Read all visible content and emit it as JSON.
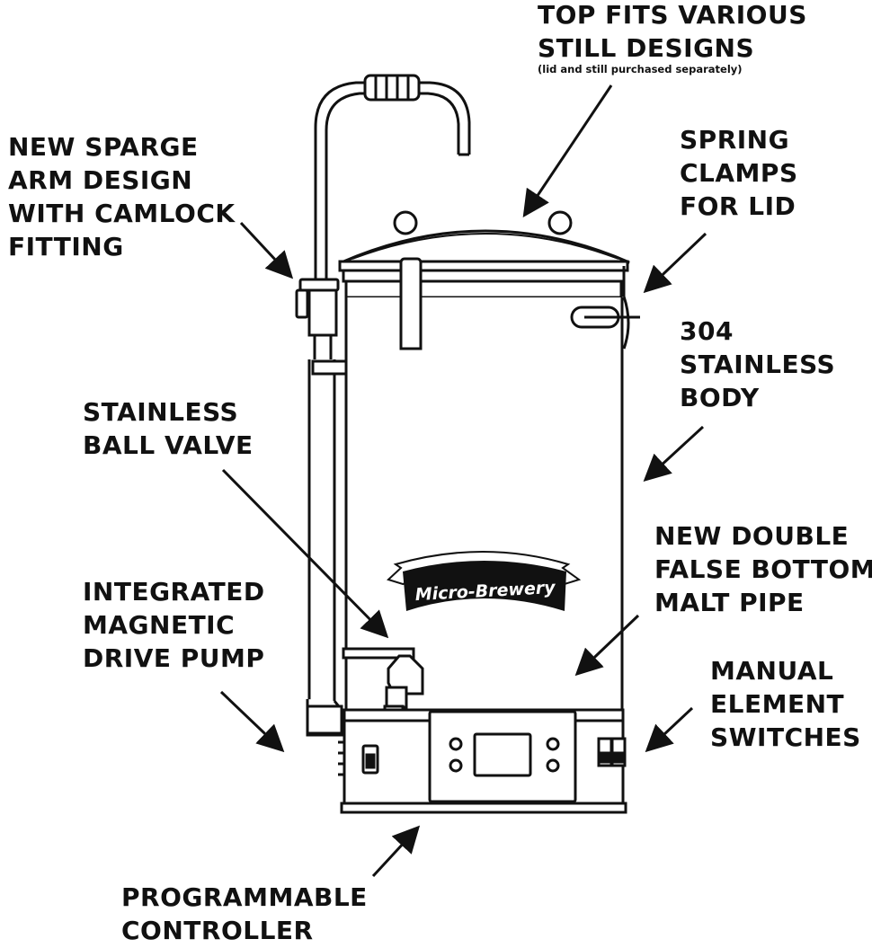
{
  "labels": {
    "top": {
      "lines": [
        "TOP FITS VARIOUS",
        "STILL DESIGNS"
      ],
      "note": "(lid and still purchased separately)"
    },
    "sparge": {
      "lines": [
        "NEW SPARGE",
        "ARM DESIGN",
        "WITH CAMLOCK",
        "FITTING"
      ]
    },
    "clamps": {
      "lines": [
        "SPRING",
        "CLAMPS",
        "FOR LID"
      ]
    },
    "body": {
      "lines": [
        "304",
        "STAINLESS",
        "BODY"
      ]
    },
    "valve": {
      "lines": [
        "STAINLESS",
        "BALL VALVE"
      ]
    },
    "false_bottom": {
      "lines": [
        "NEW DOUBLE",
        "FALSE BOTTOM",
        "MALT PIPE"
      ]
    },
    "pump": {
      "lines": [
        "INTEGRATED",
        "MAGNETIC",
        "DRIVE PUMP"
      ]
    },
    "switches": {
      "lines": [
        "MANUAL",
        "ELEMENT",
        "SWITCHES"
      ]
    },
    "controller": {
      "lines": [
        "PROGRAMMABLE",
        "CONTROLLER"
      ]
    }
  },
  "logo": {
    "text": "Micro-Brewery"
  },
  "colors": {
    "ink": "#111111",
    "background": "#ffffff",
    "fill": "#f4f4f4"
  }
}
